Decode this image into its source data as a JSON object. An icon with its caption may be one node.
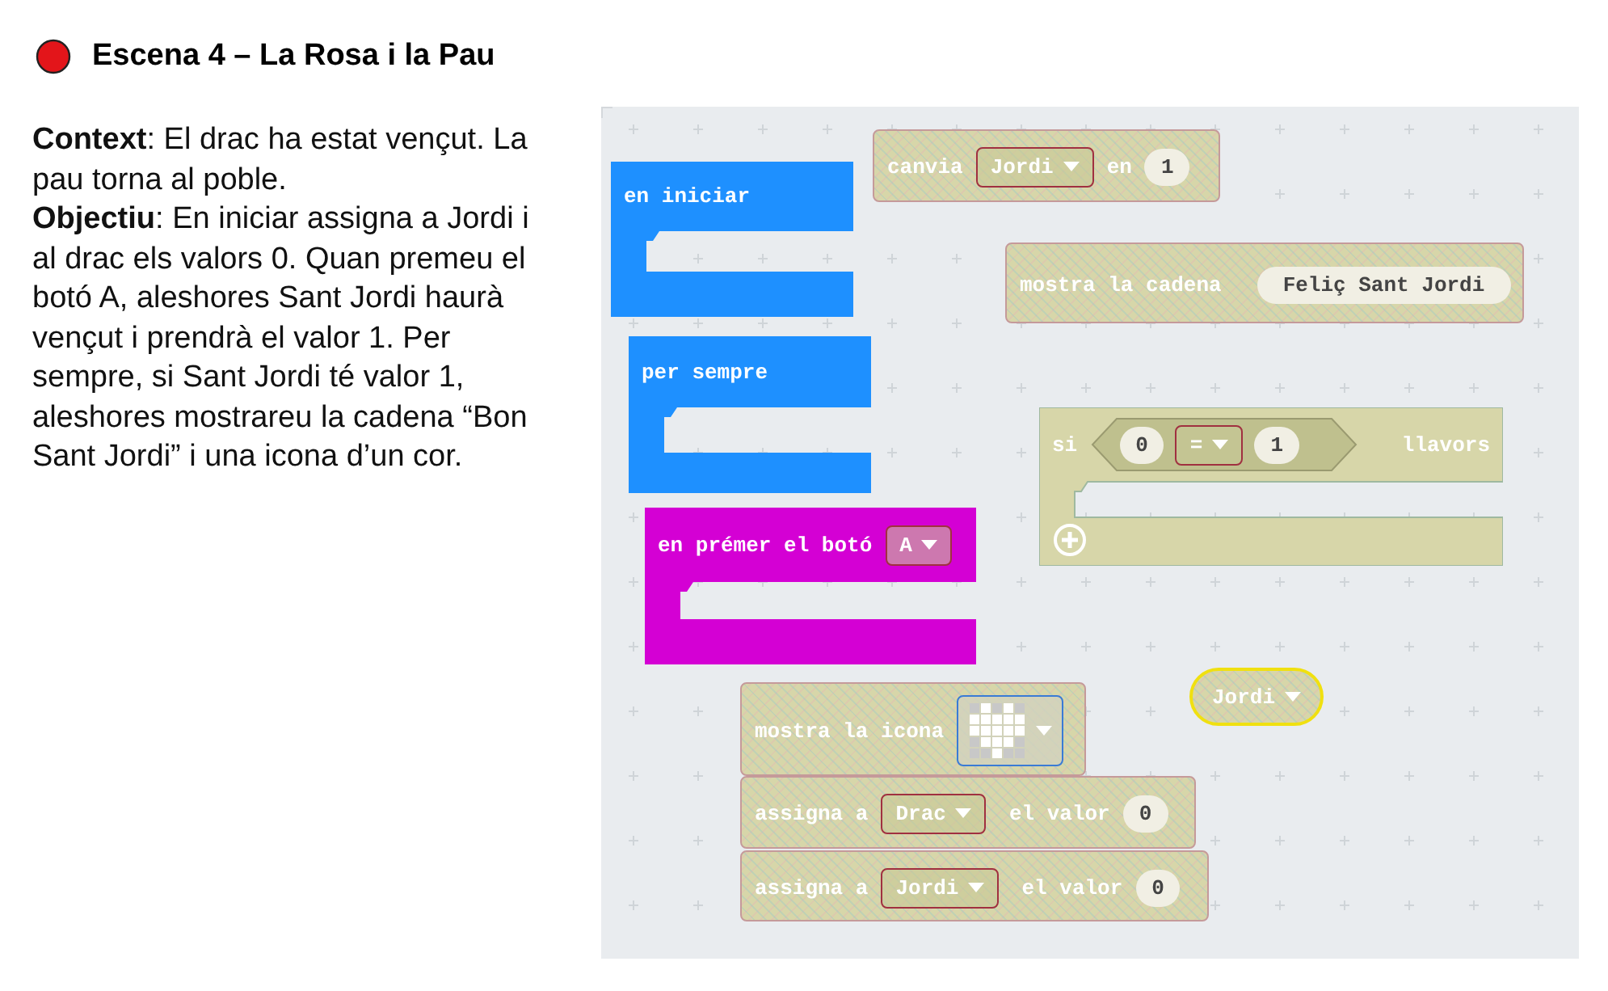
{
  "diagram": {
    "title": "Escena 4 – La Rosa i la Pau",
    "nodes": [
      {
        "text": [
          "canvia",
          "en"
        ]
      },
      {
        "text": [
          "Jordi"
        ],
        "in": 0
      },
      {
        "text": [
          "1"
        ],
        "in": 0
      },
      {
        "text": [
          "en iniciar"
        ]
      },
      {
        "text": [
          "mostra la cadena"
        ]
      },
      {
        "text": [
          "Feliç Sant Jordi"
        ],
        "in": 4
      },
      {
        "text": [
          "per sempre"
        ]
      },
      {
        "text": [
          "si",
          "llavors"
        ]
      },
      {
        "text": [],
        "shape": "hexagon",
        "in": 7
      },
      {
        "text": [
          "0"
        ],
        "in": 8
      },
      {
        "text": [
          "="
        ],
        "in": 8
      },
      {
        "text": [
          "1"
        ],
        "in": 8
      },
      {
        "text": [
          "en prémer el botó"
        ]
      },
      {
        "text": [
          "A"
        ],
        "in": 12
      },
      {
        "text": [
          "Jordi"
        ]
      },
      {
        "text": [
          "mostra la icona"
        ]
      },
      {
        "text": [],
        "shape": "picture",
        "in": 15
      },
      {
        "text": [
          "assigna a",
          "el valor"
        ]
      },
      {
        "text": [
          "Drac"
        ],
        "in": 17
      },
      {
        "text": [
          "0"
        ],
        "in": 17
      },
      {
        "text": [
          "assigna a",
          "el valor"
        ]
      },
      {
        "text": [
          "Jordi"
        ],
        "in": 20
      },
      {
        "text": [
          "0"
        ],
        "in": 20
      }
    ],
    "edges": [],
    "labels": [
      "**Context**: El drac ha estat vençut. La pau torna al poble.",
      "**Objectiu**: En iniciar assigna a Jordi i al drac els valors 0. Quan premeu el botó A, aleshores Sant Jordi haurà vençut i prendrà el valor 1. Per sempre, si Sant Jordi té valor 1, aleshores mostrareu la cadena “Bon Sant Jordi” i una icona d’un cor."
    ]
  }
}
